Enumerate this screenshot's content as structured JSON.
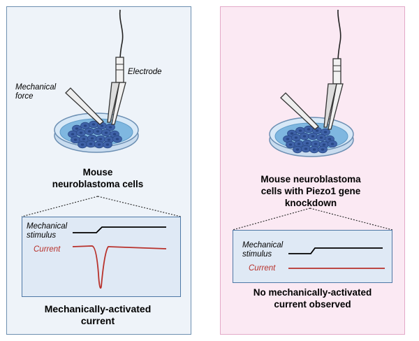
{
  "left": {
    "label_electrode": "Electrode",
    "label_force": "Mechanical\nforce",
    "cell_label": "Mouse\nneuroblastoma cells",
    "stimulus_label": "Mechanical\nstimulus",
    "current_label": "Current",
    "result_label": "Mechanically-activated\ncurrent"
  },
  "right": {
    "cell_label": "Mouse neuroblastoma\ncells with Piezo1 gene\nknockdown",
    "stimulus_label": "Mechanical\nstimulus",
    "current_label": "Current",
    "result_label": "No mechanically-activated\ncurrent observed"
  },
  "colors": {
    "left_panel_bg": "#eef3f9",
    "right_panel_bg": "#fbe9f3",
    "trace_red": "#b8312b",
    "trace_black": "#000000",
    "cell_blue": "#3f62a8"
  }
}
